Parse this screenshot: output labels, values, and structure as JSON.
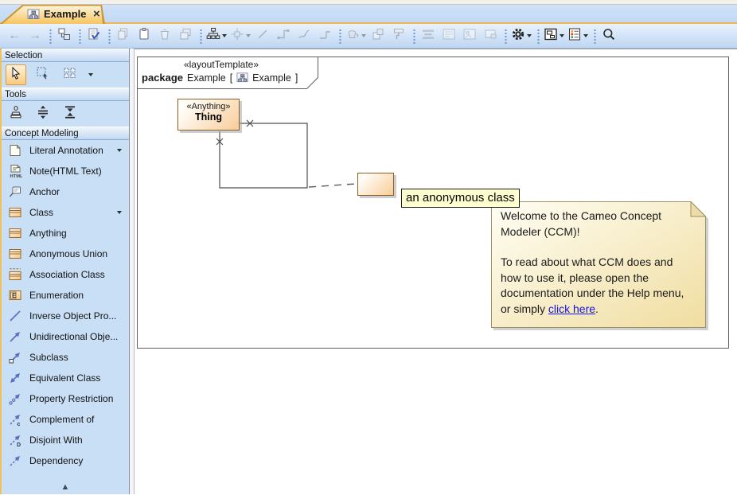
{
  "tab": {
    "title": "Example"
  },
  "glyphs": {
    "close": "×",
    "back": "←",
    "forward": "→",
    "scroll_up": "▲",
    "enum_letter": "E",
    "html_label": "HTML",
    "complement_letter": "c",
    "disjoint_letter": "D"
  },
  "toolbar": {
    "buttons": [
      {
        "name": "back",
        "enabled": false
      },
      {
        "name": "forward",
        "enabled": false
      },
      {
        "name": "containment-tree",
        "enabled": true
      },
      {
        "name": "check-diagram",
        "enabled": true
      },
      {
        "name": "copy",
        "enabled": false
      },
      {
        "name": "paste",
        "enabled": true
      },
      {
        "name": "delete",
        "enabled": false
      },
      {
        "name": "clone",
        "enabled": false
      },
      {
        "name": "layout-tree",
        "enabled": true,
        "dropdown": true
      },
      {
        "name": "quick-layout",
        "enabled": false,
        "dropdown": true
      },
      {
        "name": "oblique-path",
        "enabled": false
      },
      {
        "name": "rectilinear-path",
        "enabled": false
      },
      {
        "name": "bezier-path",
        "enabled": false
      },
      {
        "name": "rounded-path",
        "enabled": false
      },
      {
        "name": "fill-color",
        "enabled": false,
        "dropdown": true
      },
      {
        "name": "bring-to-front",
        "enabled": false
      },
      {
        "name": "format-painter",
        "enabled": false
      },
      {
        "name": "align",
        "enabled": false
      },
      {
        "name": "specification",
        "enabled": false
      },
      {
        "name": "image",
        "enabled": false
      },
      {
        "name": "window",
        "enabled": false
      },
      {
        "name": "options-gear",
        "enabled": true,
        "dropdown": true
      },
      {
        "name": "diagram-layout",
        "enabled": true,
        "dropdown": true
      },
      {
        "name": "legend",
        "enabled": true,
        "dropdown": true
      },
      {
        "name": "search",
        "enabled": true
      }
    ]
  },
  "sidebar": {
    "sections": [
      {
        "title": "Selection"
      },
      {
        "title": "Tools"
      },
      {
        "title": "Concept Modeling",
        "items": [
          {
            "label": "Literal Annotation",
            "dropdown": true
          },
          {
            "label": "Note(HTML Text)"
          },
          {
            "label": "Anchor"
          },
          {
            "label": "Class",
            "dropdown": true
          },
          {
            "label": "Anything"
          },
          {
            "label": "Anonymous Union"
          },
          {
            "label": "Association Class"
          },
          {
            "label": "Enumeration"
          },
          {
            "label": "Inverse Object Pro..."
          },
          {
            "label": "Unidirectional Obje..."
          },
          {
            "label": "Subclass"
          },
          {
            "label": "Equivalent Class"
          },
          {
            "label": "Property Restriction"
          },
          {
            "label": "Complement of"
          },
          {
            "label": "Disjoint With"
          },
          {
            "label": "Dependency"
          }
        ]
      }
    ]
  },
  "diagram": {
    "frame": {
      "stereotype": "«layoutTemplate»",
      "keyword": "package",
      "name": "Example",
      "open_bracket": "[",
      "diagram_name": "Example",
      "close_bracket": "]"
    },
    "thing": {
      "stereotype": "«Anything»",
      "name": "Thing"
    },
    "anonymous_class_label": "an anonymous class",
    "note": {
      "p1": "Welcome to the Cameo Concept Modeler (CCM)!",
      "p2_prefix": "To read about what CCM does and how to use it, please open the documentation under the Help menu, or simply ",
      "link_text": "click here",
      "p2_suffix": "."
    }
  }
}
